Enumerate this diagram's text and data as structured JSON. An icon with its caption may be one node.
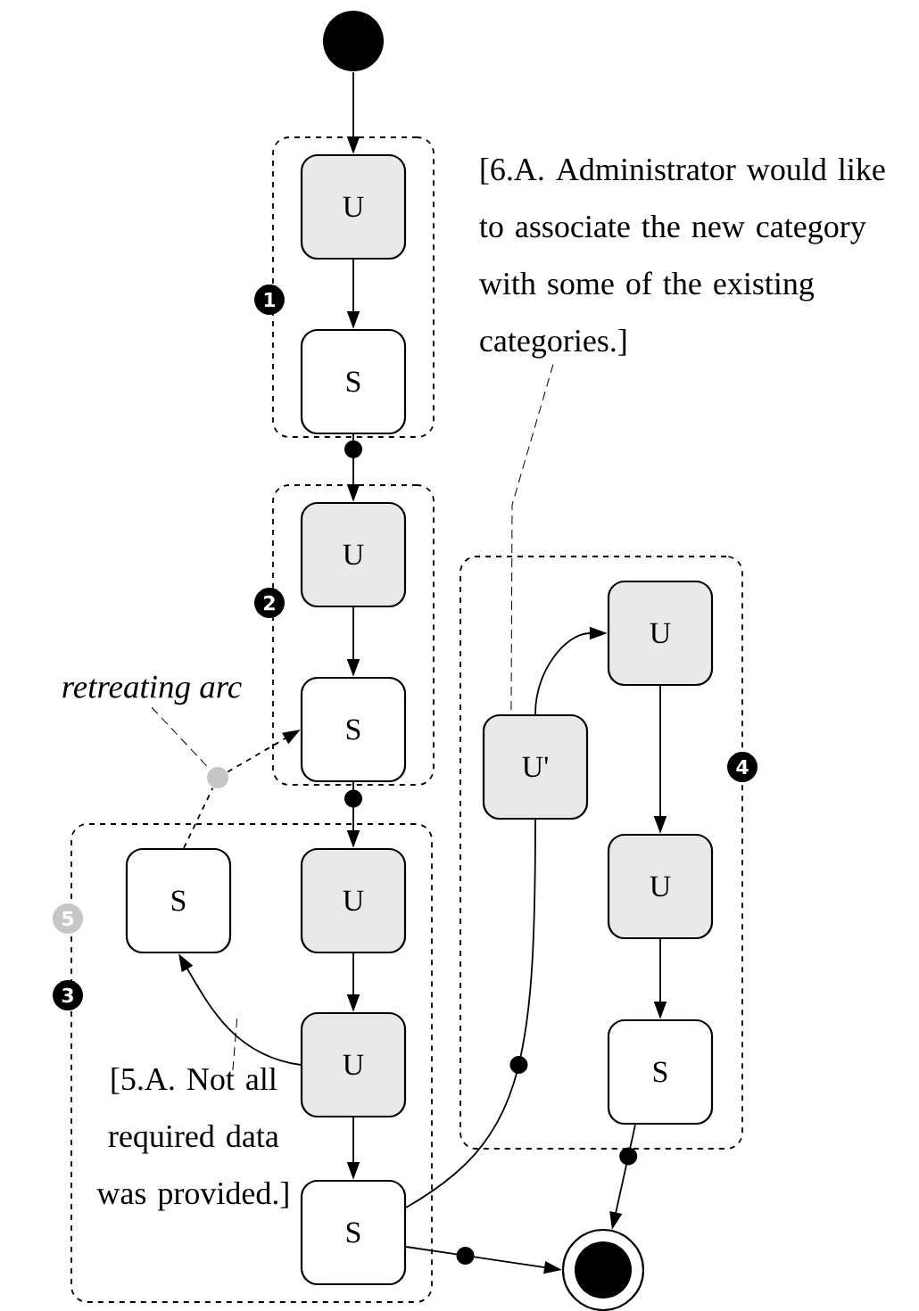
{
  "diagram": {
    "nodes": [
      {
        "text": [],
        "shape": "circle"
      },
      {
        "text": [
          "1"
        ]
      },
      {
        "text": [
          "U"
        ],
        "in": 1
      },
      {
        "text": [
          "S"
        ],
        "in": 1
      },
      {
        "text": [
          "2"
        ]
      },
      {
        "text": [
          "U"
        ],
        "in": 4
      },
      {
        "text": [
          "S"
        ],
        "in": 4
      },
      {
        "text": [
          "3"
        ]
      },
      {
        "text": [
          "S"
        ],
        "in": 7
      },
      {
        "text": [
          "U"
        ],
        "in": 7
      },
      {
        "text": [
          "U"
        ],
        "in": 7
      },
      {
        "text": [
          "S"
        ],
        "in": 7
      },
      {
        "text": [
          "4"
        ]
      },
      {
        "text": [
          "U'"
        ],
        "in": 12
      },
      {
        "text": [
          "U"
        ],
        "in": 12
      },
      {
        "text": [
          "U"
        ],
        "in": 12
      },
      {
        "text": [
          "S"
        ],
        "in": 12
      },
      {
        "text": [],
        "shape": "circle"
      },
      {
        "text": [
          "[6.A. Administrator would like to associate the new category with some of the existing categories.]"
        ]
      },
      {
        "text": [
          "[5.A. Not all required data was provided.]"
        ],
        "in": 7
      },
      {
        "text": [
          "retreating arc"
        ]
      },
      {
        "text": [],
        "shape": "circle"
      }
    ],
    "edges": [
      {
        "from": 0,
        "to": 2,
        "arrow": "to"
      },
      {
        "from": 2,
        "to": 3,
        "arrow": "to"
      },
      {
        "from": 3,
        "to": 5,
        "arrow": "to"
      },
      {
        "from": 5,
        "to": 6,
        "arrow": "to"
      },
      {
        "from": 6,
        "to": 9,
        "arrow": "to"
      },
      {
        "from": 9,
        "to": 10,
        "arrow": "to"
      },
      {
        "from": 10,
        "to": 8,
        "arrow": "to"
      },
      {
        "from": 10,
        "to": 11,
        "arrow": "to"
      },
      {
        "from": 11,
        "to": 17,
        "arrow": "to"
      },
      {
        "from": 11,
        "to": 13,
        "arrow": "none"
      },
      {
        "from": 13,
        "to": 14,
        "arrow": "to"
      },
      {
        "from": 14,
        "to": 15,
        "arrow": "to"
      },
      {
        "from": 15,
        "to": 16,
        "arrow": "to"
      },
      {
        "from": 16,
        "to": 17,
        "arrow": "to"
      },
      {
        "from": 8,
        "to": 21,
        "arrow": "none",
        "style": "dashed"
      },
      {
        "from": 21,
        "to": 6,
        "arrow": "to",
        "style": "dashed"
      },
      {
        "from": 20,
        "to": 21,
        "arrow": "none",
        "style": "dashed"
      },
      {
        "from": 18,
        "to": 13,
        "arrow": "none",
        "style": "dashed"
      },
      {
        "from": 19,
        "to": null,
        "arrow": "none",
        "style": "dashed"
      }
    ],
    "labels": [
      "5"
    ]
  }
}
